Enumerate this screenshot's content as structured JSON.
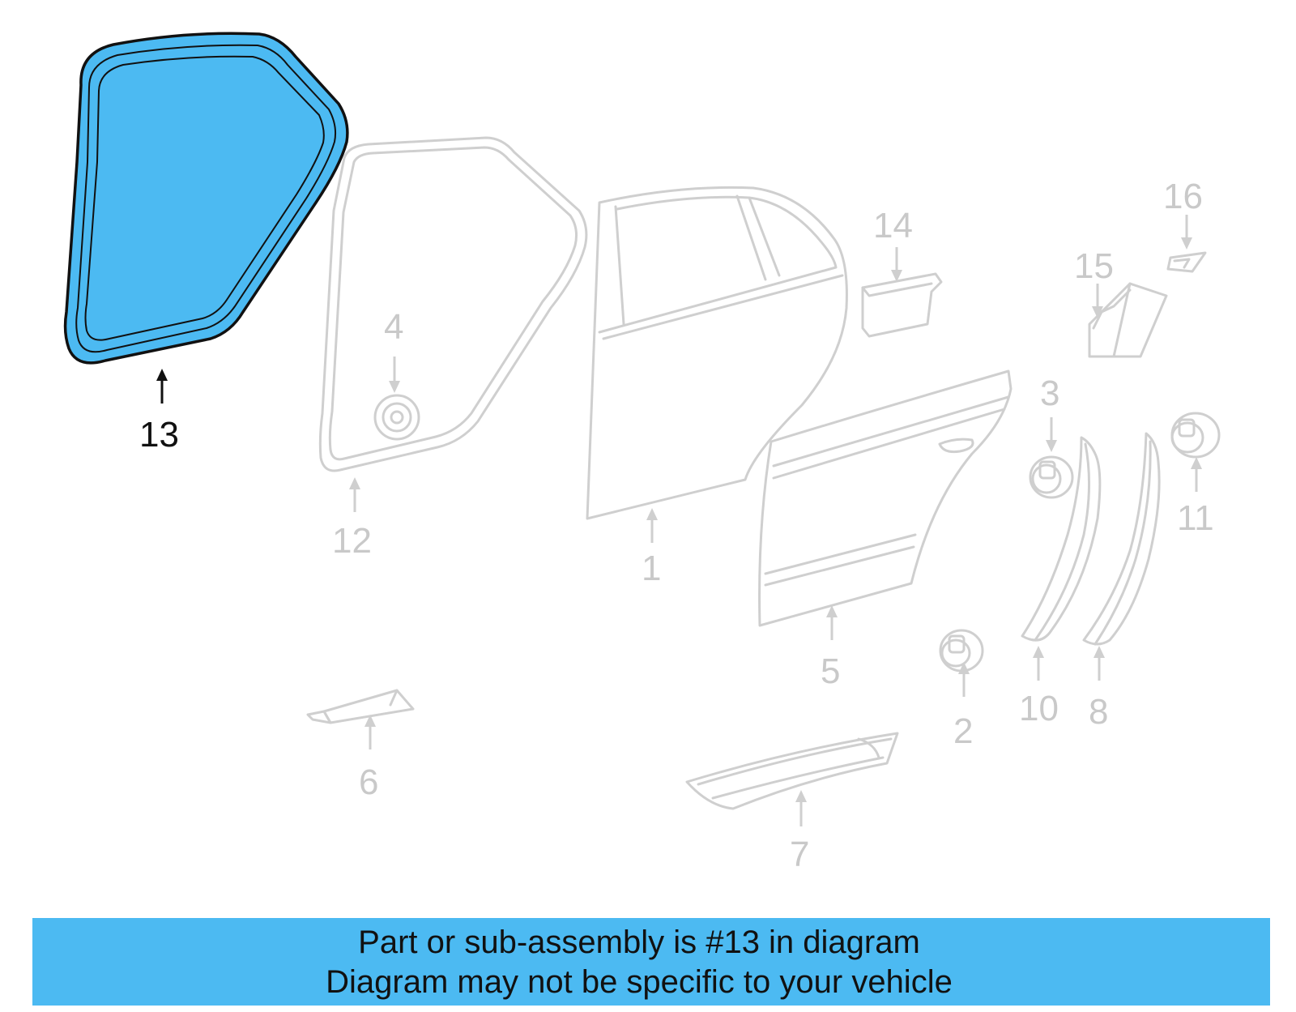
{
  "highlight_color": "#4cbaf2",
  "callouts": {
    "c1": "1",
    "c2": "2",
    "c3": "3",
    "c4": "4",
    "c5": "5",
    "c6": "6",
    "c7": "7",
    "c8": "8",
    "c10": "10",
    "c11": "11",
    "c12": "12",
    "c13": "13",
    "c14": "14",
    "c15": "15",
    "c16": "16"
  },
  "banner": {
    "line1": "Part or sub-assembly is #13 in diagram",
    "line2": "Diagram may not be specific to your vehicle"
  }
}
